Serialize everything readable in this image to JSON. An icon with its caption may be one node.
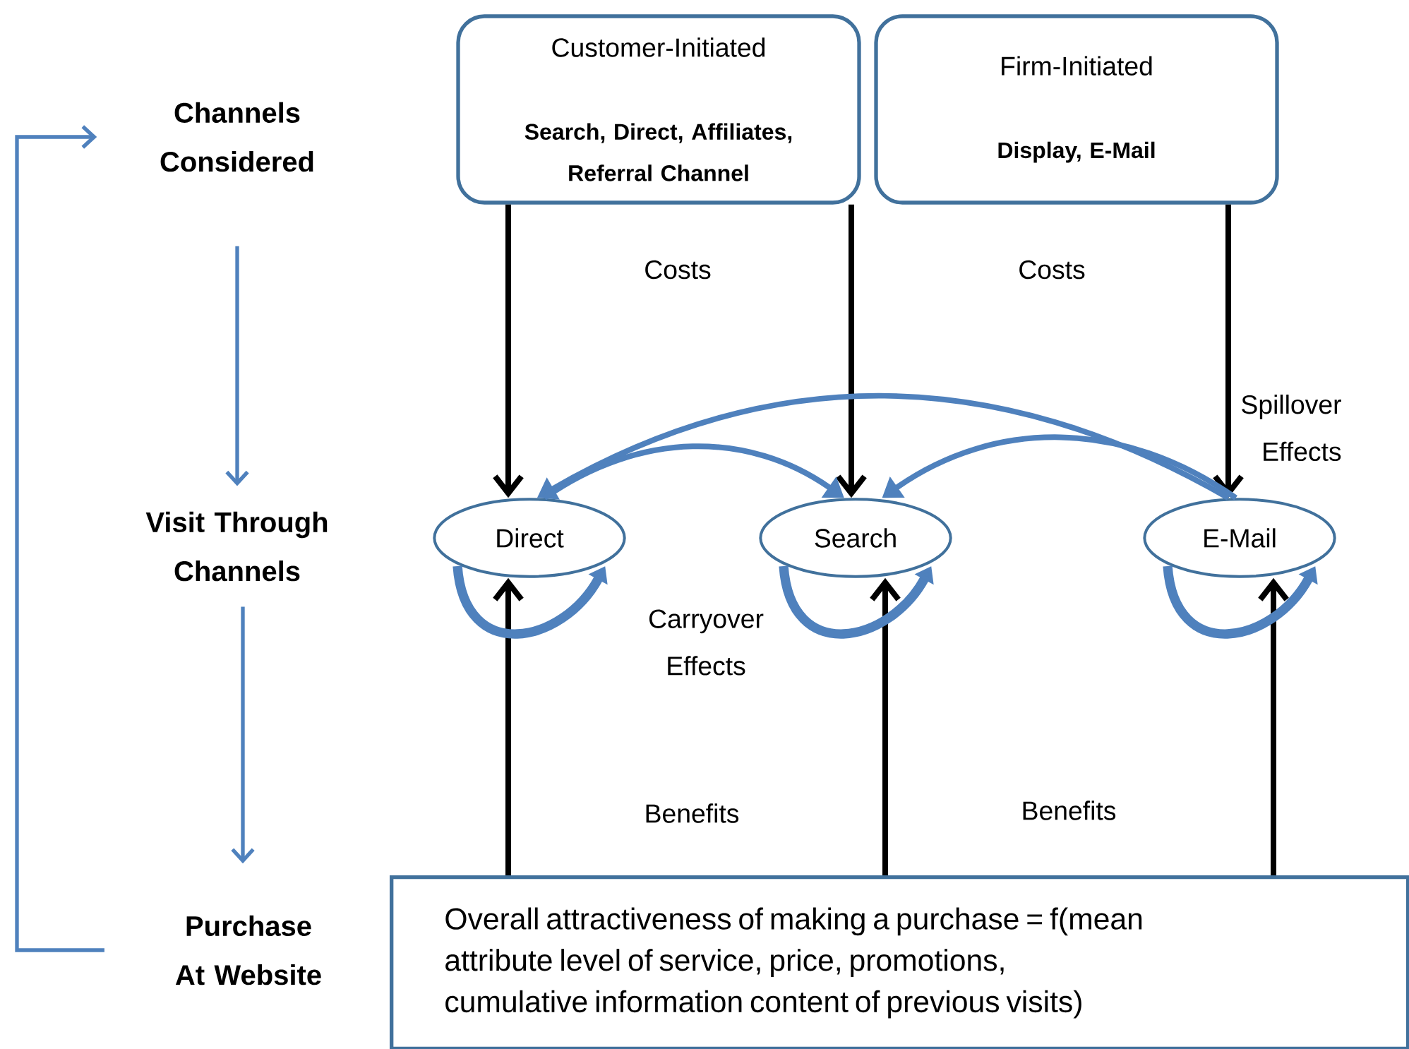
{
  "diagram": {
    "nodes": [
      {
        "text": [
          "Channels Considered"
        ]
      },
      {
        "text": [
          "Visit Through Channels"
        ]
      },
      {
        "text": [
          "Purchase At Website"
        ]
      },
      {
        "text": [
          "Customer-Initiated",
          "Search, Direct, Affiliates, Referral Channel"
        ]
      },
      {
        "text": [
          "Firm-Initiated",
          "Display, E-Mail"
        ]
      },
      {
        "text": [
          "Direct"
        ]
      },
      {
        "text": [
          "Search"
        ]
      },
      {
        "text": [
          "E-Mail"
        ]
      },
      {
        "text": [
          "Overall attractiveness of making a purchase = f(mean attribute level of service, price, promotions, cumulative information content of previous visits)"
        ]
      }
    ],
    "edges": [
      {
        "from": 0,
        "to": 1,
        "arrow": "to"
      },
      {
        "from": 1,
        "to": 2,
        "arrow": "to"
      },
      {
        "from": 2,
        "to": 0,
        "arrow": "to"
      },
      {
        "from": 3,
        "to": 5,
        "arrow": "to",
        "color": "#000000"
      },
      {
        "from": 3,
        "to": 6,
        "arrow": "to",
        "color": "#000000"
      },
      {
        "from": 4,
        "to": 7,
        "arrow": "to",
        "color": "#000000"
      },
      {
        "from": 8,
        "to": 5,
        "arrow": "to",
        "color": "#000000"
      },
      {
        "from": 8,
        "to": 6,
        "arrow": "to",
        "color": "#000000"
      },
      {
        "from": 8,
        "to": 7,
        "arrow": "to",
        "color": "#000000"
      },
      {
        "from": 7,
        "to": 5,
        "arrow": "to"
      },
      {
        "from": 7,
        "to": 6,
        "arrow": "to"
      },
      {
        "from": 5,
        "to": 6,
        "arrow": "to"
      },
      {
        "from": 5,
        "to": 5,
        "arrow": "to"
      },
      {
        "from": 6,
        "to": 6,
        "arrow": "to"
      },
      {
        "from": 7,
        "to": 7,
        "arrow": "to"
      }
    ],
    "labels": [
      "Costs",
      "Costs",
      "Spillover Effects",
      "Carryover Effects",
      "Benefits",
      "Benefits"
    ]
  }
}
